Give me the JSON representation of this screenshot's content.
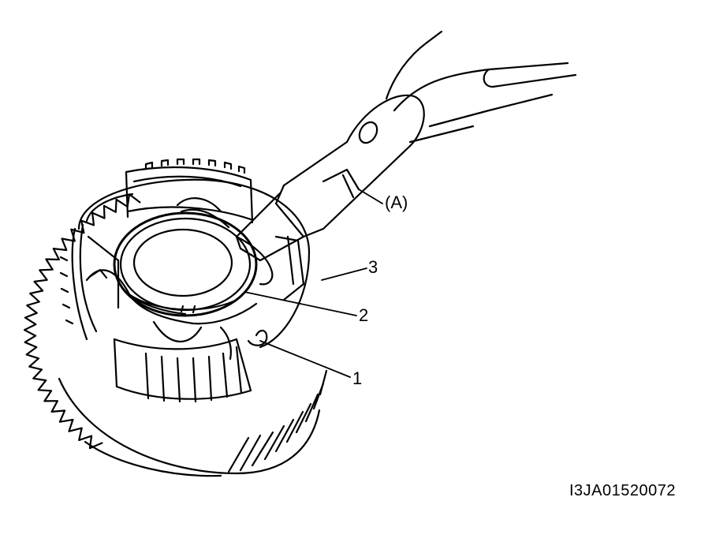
{
  "callouts": {
    "tool_a": "(A)",
    "part_3": "3",
    "part_2": "2",
    "part_1": "1"
  },
  "figure_code": "I3JA01520072",
  "colors": {
    "line": "#000000",
    "background": "#ffffff"
  }
}
